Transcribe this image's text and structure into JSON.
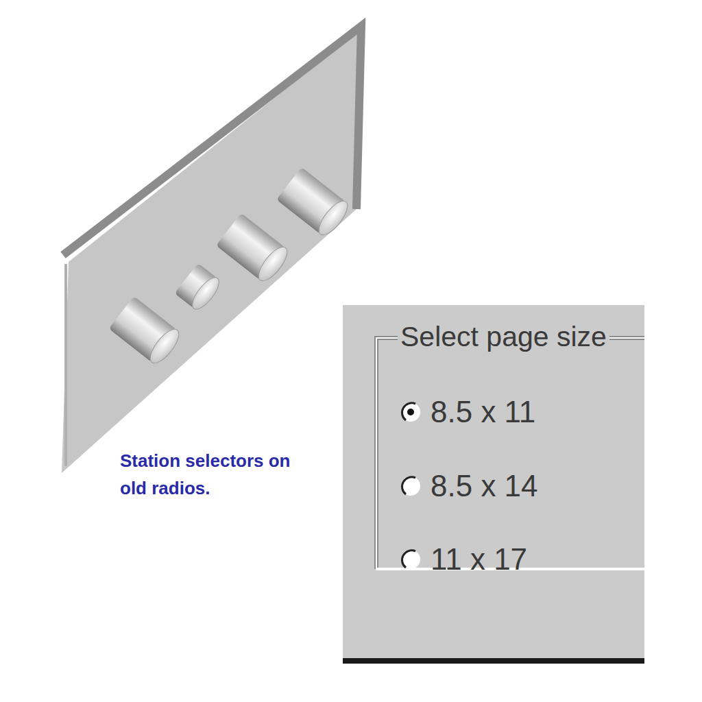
{
  "diagram": {
    "nodes": [
      {
        "text": [
          "Select page size",
          "8.5 x 11",
          "8.5 x 14",
          "11 x 17"
        ]
      }
    ],
    "labels": [
      "Station selectors on old radios."
    ]
  }
}
